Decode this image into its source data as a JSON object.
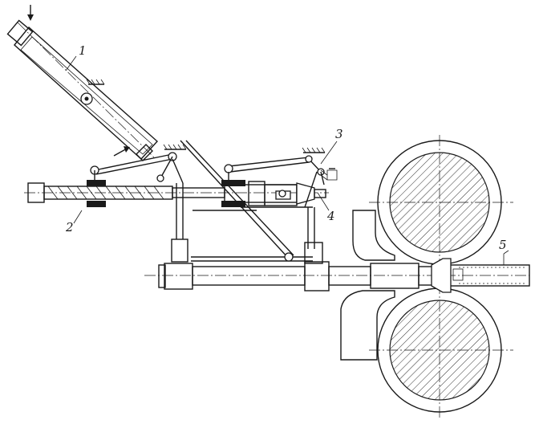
{
  "figure": {
    "callouts": [
      {
        "id": "1",
        "text": "1"
      },
      {
        "id": "2",
        "text": "2"
      },
      {
        "id": "3",
        "text": "3"
      },
      {
        "id": "4",
        "text": "4"
      },
      {
        "id": "5",
        "text": "5"
      }
    ],
    "colors": {
      "ink": "#1a1a1a",
      "paper": "#ffffff"
    }
  }
}
